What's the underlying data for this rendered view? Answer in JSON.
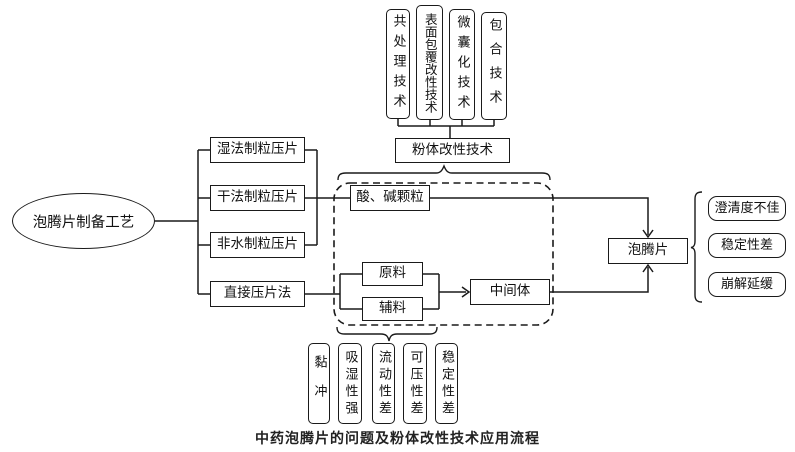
{
  "diagram": {
    "root_label": "泡腾片制备工艺",
    "methods": [
      "湿法制粒压片",
      "干法制粒压片",
      "非水制粒压片",
      "直接压片法"
    ],
    "modification_techniques": [
      "共处理技术",
      "表面包覆改性技术",
      "微囊化技术",
      "包合技术"
    ],
    "powder_modification_label": "粉体改性技术",
    "flow": {
      "acid_alkali": "酸、碱颗粒",
      "raw_material": "原料",
      "excipient": "辅料",
      "intermediate": "中间体",
      "effervescent_tablet": "泡腾片"
    },
    "tablet_problems": [
      "澄清度不佳",
      "稳定性差",
      "崩解延缓"
    ],
    "powder_problems": [
      "黏冲",
      "吸湿性强",
      "流动性差",
      "可压性差",
      "稳定性差"
    ],
    "caption": "中药泡腾片的问题及粉体改性技术应用流程",
    "colors": {
      "line": "#1a1a1a",
      "background": "#ffffff",
      "text": "#111111"
    }
  }
}
